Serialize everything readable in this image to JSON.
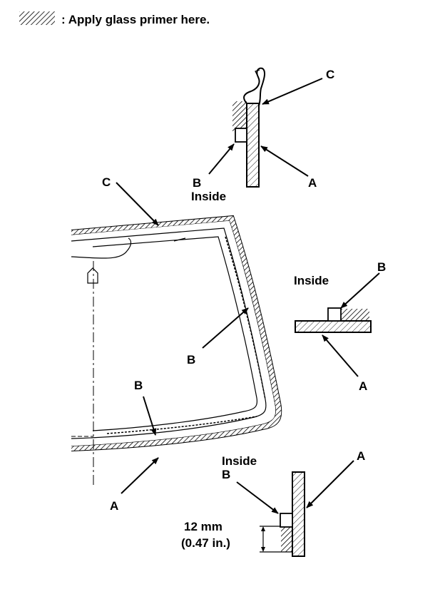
{
  "legend": {
    "text": ": Apply glass primer here."
  },
  "labels": {
    "top_c": "C",
    "top_b": "B",
    "top_inside": "Inside",
    "top_a": "A",
    "main_c": "C",
    "main_b_side": "B",
    "main_b_bottom": "B",
    "main_a": "A",
    "right_inside": "Inside",
    "right_b": "B",
    "right_a": "A",
    "bottom_inside": "Inside",
    "bottom_b": "B",
    "bottom_a": "A",
    "dim_mm": "12 mm",
    "dim_in": "(0.47 in.)"
  }
}
